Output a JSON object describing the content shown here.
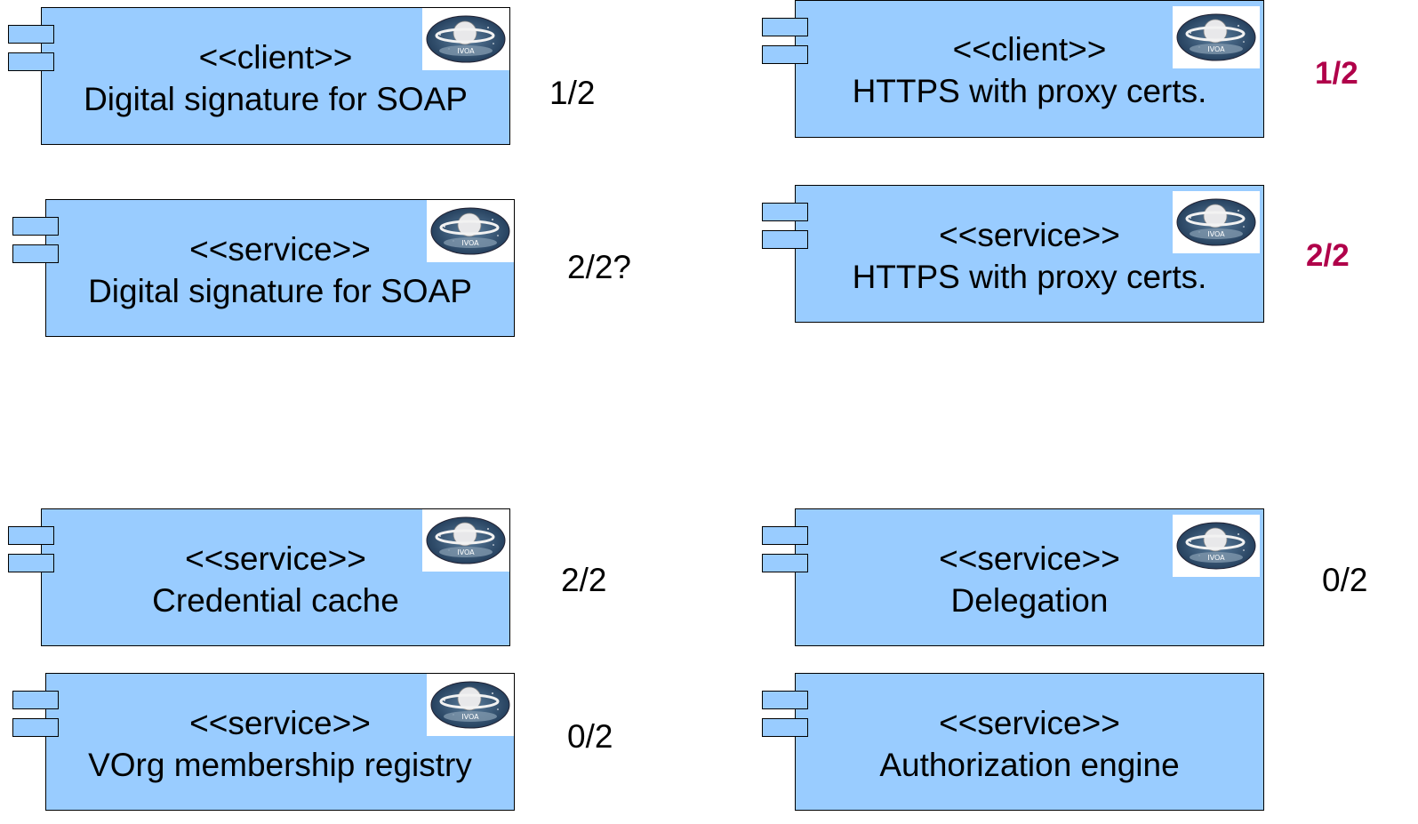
{
  "components": [
    {
      "stereotype": "<<client>>",
      "name": "Digital signature for SOAP",
      "score": "1/2",
      "has_logo": true
    },
    {
      "stereotype": "<<service>>",
      "name": "Digital signature for SOAP",
      "score": "2/2?",
      "has_logo": true
    },
    {
      "stereotype": "<<service>>",
      "name": "Credential cache",
      "score": "2/2",
      "has_logo": true
    },
    {
      "stereotype": "<<service>>",
      "name": "VOrg membership registry",
      "score": "0/2",
      "has_logo": true
    },
    {
      "stereotype": "<<client>>",
      "name": "HTTPS with proxy certs.",
      "score": "1/2",
      "has_logo": true
    },
    {
      "stereotype": "<<service>>",
      "name": "HTTPS with proxy certs.",
      "score": "2/2",
      "has_logo": true
    },
    {
      "stereotype": "<<service>>",
      "name": "Delegation",
      "score": "0/2",
      "has_logo": true
    },
    {
      "stereotype": "<<service>>",
      "name": "Authorization engine",
      "score": "",
      "has_logo": false
    }
  ],
  "logo_text": "IVOA",
  "colors": {
    "component_fill": "#99ccff",
    "highlight_score": "#b0004a"
  }
}
